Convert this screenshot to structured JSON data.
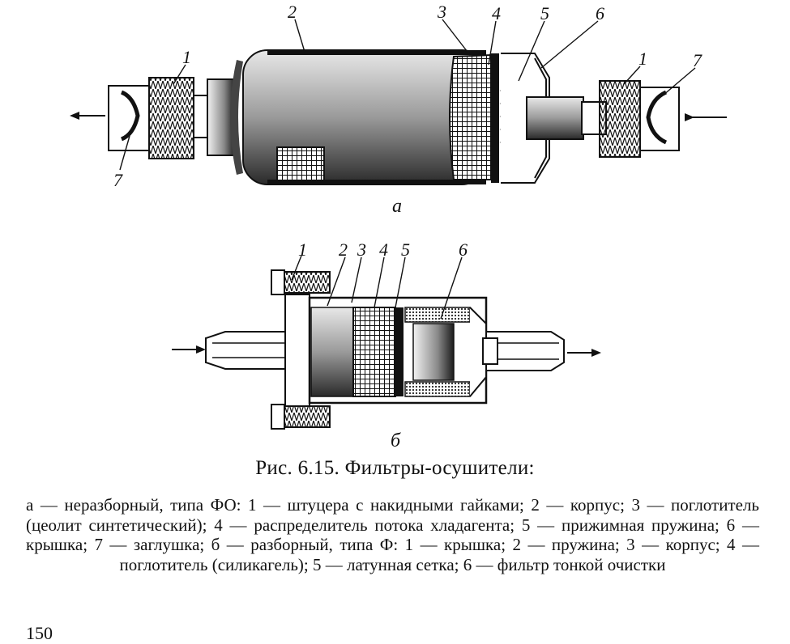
{
  "figure": {
    "panel_a": {
      "letter": "а",
      "labels": {
        "l1_left": "1",
        "l2": "2",
        "l3": "3",
        "l4": "4",
        "l5": "5",
        "l6": "6",
        "l1_right": "1",
        "l7_right": "7",
        "l7_left": "7"
      }
    },
    "panel_b": {
      "letter": "б",
      "labels": {
        "l1": "1",
        "l2": "2",
        "l3": "3",
        "l4": "4",
        "l5": "5",
        "l6": "6"
      }
    }
  },
  "caption": {
    "title": "Рис. 6.15. Фильтры-осушители:",
    "body": "а — неразборный, типа ФО: 1 — штуцера с накидными гайками; 2 — корпус; 3 — поглотитель (цеолит синтетический); 4 — распределитель потока хладагента; 5 — прижимная пружина; 6 — крышка; 7 — заглушка; б — разборный, типа Ф: 1 — крышка; 2 — пружина; 3 — корпус; 4 — поглотитель (силикагель); 5 — латунная сетка; 6 — фильтр тонкой очистки"
  },
  "page_number": "150"
}
